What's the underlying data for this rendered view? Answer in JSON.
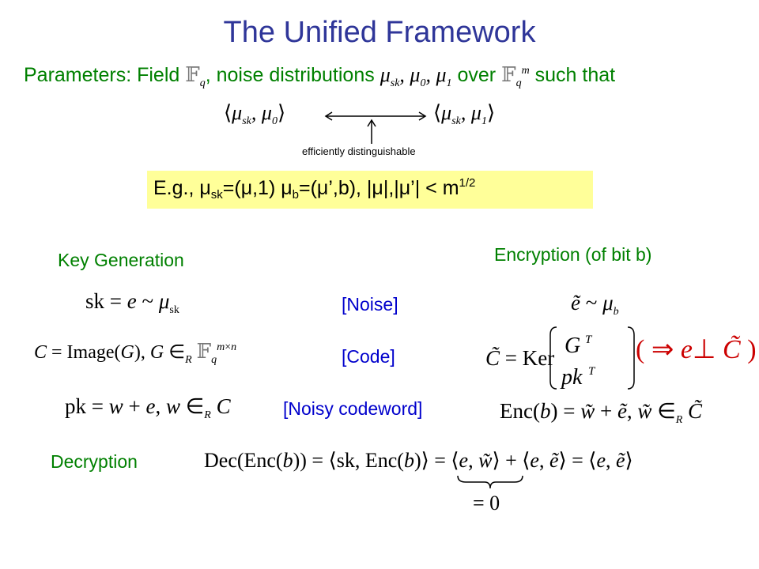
{
  "title": "The Unified Framework",
  "params": {
    "prefix": "Parameters: Field",
    "mid": ", noise distributions",
    "over": "over",
    "suffix": "such that"
  },
  "annotation": "efficiently distinguishable",
  "example": "E.g., μ",
  "headers": {
    "keygen": "Key Generation",
    "encryption": "Encryption (of bit b)",
    "decryption": "Decryption"
  },
  "labels": {
    "noise": "[Noise]",
    "code": "[Code]",
    "noisy_codeword": "[Noisy codeword]"
  },
  "colors": {
    "title": "#2f3699",
    "params": "#008000",
    "labels": "#0000cc",
    "highlight": "#ffff99",
    "implication": "#cc0000"
  }
}
